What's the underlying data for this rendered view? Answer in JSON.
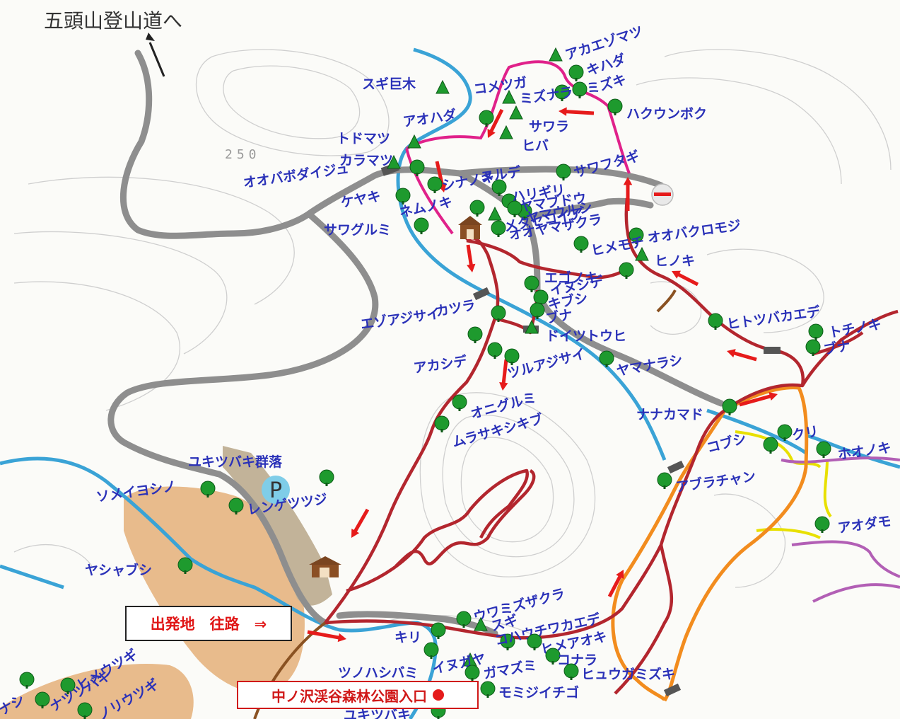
{
  "map": {
    "title": "五頭山登山道へ",
    "contour_label": "250",
    "parking_label": "P",
    "start_label": "出発地　往路　⇒",
    "entrance_label": "中ノ沢渓谷森林公園入口",
    "colors": {
      "main_trail": "#b3262e",
      "loop_trail": "#e0218a",
      "orange_trail": "#f28c1e",
      "yellow_trail": "#e8e000",
      "purple_trail": "#b25fb5",
      "brown_trail": "#8a5222",
      "road": "#8e8e8e",
      "river": "#3aa3d6",
      "arrow": "#e61b1b",
      "label": "#2a31b8",
      "tree": "#1e9a2e",
      "parking": "#7fcde8",
      "field": "#e8bb8c"
    },
    "trees": [
      {
        "name": "アカエゾマツ",
        "shape": "conifer"
      },
      {
        "name": "キハダ",
        "shape": "broadleaf"
      },
      {
        "name": "スギ巨木",
        "shape": "conifer"
      },
      {
        "name": "コメツガ",
        "shape": "conifer"
      },
      {
        "name": "ミズナラ",
        "shape": "broadleaf"
      },
      {
        "name": "ミズキ",
        "shape": "broadleaf"
      },
      {
        "name": "ハクウンボク",
        "shape": "broadleaf"
      },
      {
        "name": "アオハダ",
        "shape": "broadleaf"
      },
      {
        "name": "サワラ",
        "shape": "conifer"
      },
      {
        "name": "ヒバ",
        "shape": "conifer"
      },
      {
        "name": "トドマツ",
        "shape": "conifer"
      },
      {
        "name": "カラマツ",
        "shape": "conifer"
      },
      {
        "name": "ヌルデ",
        "shape": "broadleaf"
      },
      {
        "name": "サワフタギ",
        "shape": "broadleaf"
      },
      {
        "name": "オオバボダイジュ",
        "shape": "broadleaf"
      },
      {
        "name": "シナノキ",
        "shape": "broadleaf"
      },
      {
        "name": "ハリギリ",
        "shape": "broadleaf"
      },
      {
        "name": "ヤマブドウ",
        "shape": "broadleaf"
      },
      {
        "name": "ケヤキ",
        "shape": "broadleaf"
      },
      {
        "name": "ヤマウルシ",
        "shape": "broadleaf"
      },
      {
        "name": "ネムノキ",
        "shape": "broadleaf"
      },
      {
        "name": "メタセコイア",
        "shape": "conifer"
      },
      {
        "name": "サワグルミ",
        "shape": "broadleaf"
      },
      {
        "name": "オオヤマザクラ",
        "shape": "broadleaf"
      },
      {
        "name": "オオバクロモジ",
        "shape": "broadleaf"
      },
      {
        "name": "ヒメモチ",
        "shape": "broadleaf"
      },
      {
        "name": "ヒノキ",
        "shape": "conifer"
      },
      {
        "name": "エゴノキ",
        "shape": "broadleaf"
      },
      {
        "name": "イヌシデ",
        "shape": "broadleaf"
      },
      {
        "name": "キブシ",
        "shape": "broadleaf"
      },
      {
        "name": "ブナ",
        "shape": "broadleaf"
      },
      {
        "name": "カツラ",
        "shape": "broadleaf"
      },
      {
        "name": "エゾアジサイ",
        "shape": "broadleaf"
      },
      {
        "name": "ドイツトウヒ",
        "shape": "conifer"
      },
      {
        "name": "ヒトツバカエデ",
        "shape": "broadleaf"
      },
      {
        "name": "トチノキ",
        "shape": "broadleaf"
      },
      {
        "name": "ブナ",
        "shape": "broadleaf"
      },
      {
        "name": "アカシデ",
        "shape": "broadleaf"
      },
      {
        "name": "ツルアジサイ",
        "shape": "broadleaf"
      },
      {
        "name": "ヤマナラシ",
        "shape": "broadleaf"
      },
      {
        "name": "ナナカマド",
        "shape": "broadleaf"
      },
      {
        "name": "オニグルミ",
        "shape": "broadleaf"
      },
      {
        "name": "ムラサキシキブ",
        "shape": "broadleaf"
      },
      {
        "name": "コブシ",
        "shape": "broadleaf"
      },
      {
        "name": "クリ",
        "shape": "broadleaf"
      },
      {
        "name": "ホオノキ",
        "shape": "broadleaf"
      },
      {
        "name": "ユキツバキ群落",
        "shape": "broadleaf"
      },
      {
        "name": "ソメイヨシノ",
        "shape": "broadleaf"
      },
      {
        "name": "レンゲツツジ",
        "shape": "broadleaf"
      },
      {
        "name": "アブラチャン",
        "shape": "broadleaf"
      },
      {
        "name": "アオダモ",
        "shape": "broadleaf"
      },
      {
        "name": "ヤシャブシ",
        "shape": "broadleaf"
      },
      {
        "name": "ウワミズザクラ",
        "shape": "broadleaf"
      },
      {
        "name": "スギ",
        "shape": "conifer"
      },
      {
        "name": "キリ",
        "shape": "broadleaf"
      },
      {
        "name": "コハウチワカエデ",
        "shape": "broadleaf"
      },
      {
        "name": "ヒメアオキ",
        "shape": "broadleaf"
      },
      {
        "name": "ツノハシバミ",
        "shape": "broadleaf"
      },
      {
        "name": "イヌガヤ",
        "shape": "conifer"
      },
      {
        "name": "ガマズミ",
        "shape": "broadleaf"
      },
      {
        "name": "コナラ",
        "shape": "broadleaf"
      },
      {
        "name": "ヒュウガミズキ",
        "shape": "broadleaf"
      },
      {
        "name": "モミジイチゴ",
        "shape": "broadleaf"
      },
      {
        "name": "ユキツバキ",
        "shape": "broadleaf"
      },
      {
        "name": "ヒメウツギ",
        "shape": "broadleaf"
      },
      {
        "name": "ナツツバキ",
        "shape": "broadleaf"
      },
      {
        "name": "ノリウツギ",
        "shape": "broadleaf"
      },
      {
        "name": "ナシ",
        "shape": "broadleaf"
      }
    ]
  }
}
